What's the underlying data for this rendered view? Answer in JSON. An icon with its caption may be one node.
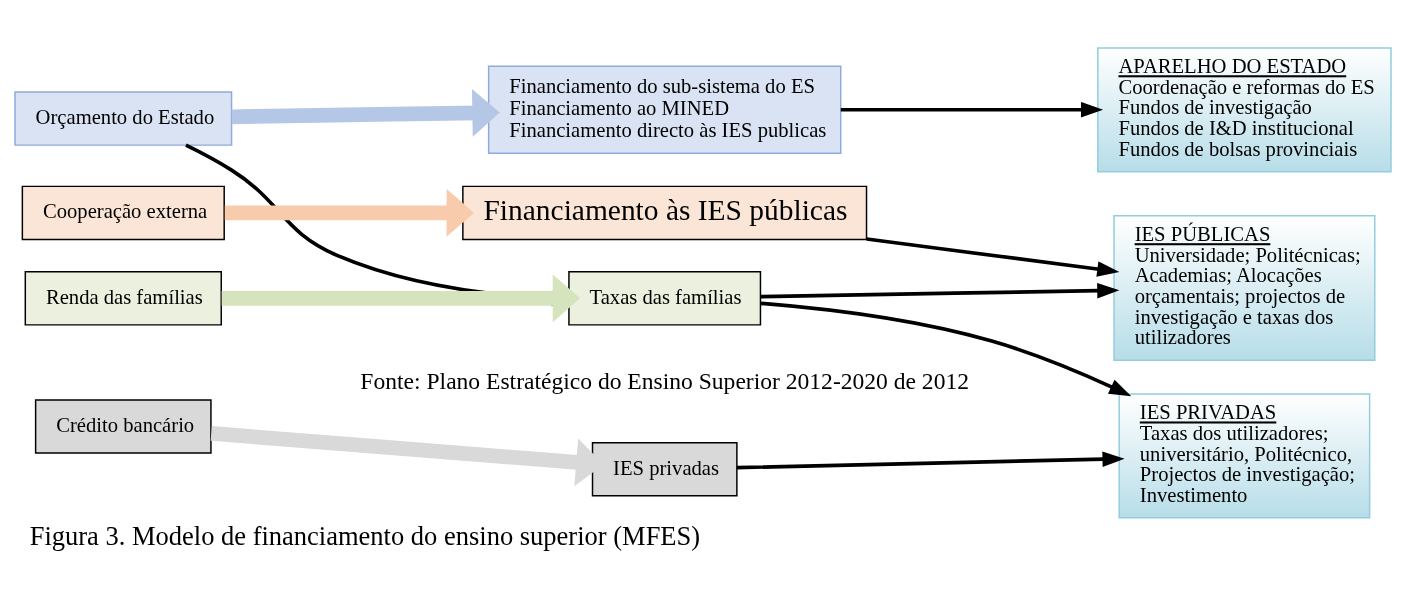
{
  "diagram": {
    "caption": "Figura 3. Modelo de financiamento do ensino superior (MFES)",
    "nodes": [
      {
        "text": [
          "Orçamento do Estado"
        ]
      },
      {
        "text": [
          "Financiamento do sub-sistema do ES",
          "Financiamento ao MINED",
          "Financiamento directo às IES publicas"
        ]
      },
      {
        "text": [
          "Cooperação externa"
        ]
      },
      {
        "text": [
          "Financiamento às IES públicas"
        ]
      },
      {
        "text": [
          "Renda das famílias"
        ]
      },
      {
        "text": [
          "Taxas das famílias"
        ]
      },
      {
        "text": [
          "Crédito bancário"
        ]
      },
      {
        "text": [
          "IES privadas"
        ]
      },
      {
        "text": [
          "APARELHO DO ESTADO",
          "Coordenação e reformas do ES",
          "Fundos de investigação",
          "Fundos de I&D institucional",
          "Fundos de bolsas provinciais"
        ]
      },
      {
        "text": [
          "IES PÚBLICAS",
          "Universidade; Politécnicas; Academias; Alocações orçamentais; projectos de investigação e taxas dos utilizadores"
        ]
      },
      {
        "text": [
          "IES PRIVADAS",
          "Taxas dos utilizadores; universitário, Politécnico, Projectos de investigação; Investimento"
        ]
      }
    ],
    "edges": [
      {
        "from": 0,
        "to": 1,
        "arrow": "to",
        "style": "thick",
        "color": "#b4c7e7"
      },
      {
        "from": 0,
        "to": 5,
        "arrow": "to"
      },
      {
        "from": 2,
        "to": 3,
        "arrow": "to",
        "style": "thick",
        "color": "#f8cbad"
      },
      {
        "from": 4,
        "to": 5,
        "arrow": "to",
        "style": "thick",
        "color": "#d6e4bd"
      },
      {
        "from": 6,
        "to": 7,
        "arrow": "to",
        "style": "thick",
        "color": "#d9d9d9"
      },
      {
        "from": 1,
        "to": 8,
        "arrow": "to"
      },
      {
        "from": 3,
        "to": 9,
        "arrow": "to"
      },
      {
        "from": 5,
        "to": 9,
        "arrow": "to"
      },
      {
        "from": 5,
        "to": 10,
        "arrow": "to"
      },
      {
        "from": 7,
        "to": 10,
        "arrow": "to"
      }
    ],
    "labels": [
      "Fonte: Plano Estratégico do Ensino Superior 2012-2020 de 2012"
    ]
  }
}
